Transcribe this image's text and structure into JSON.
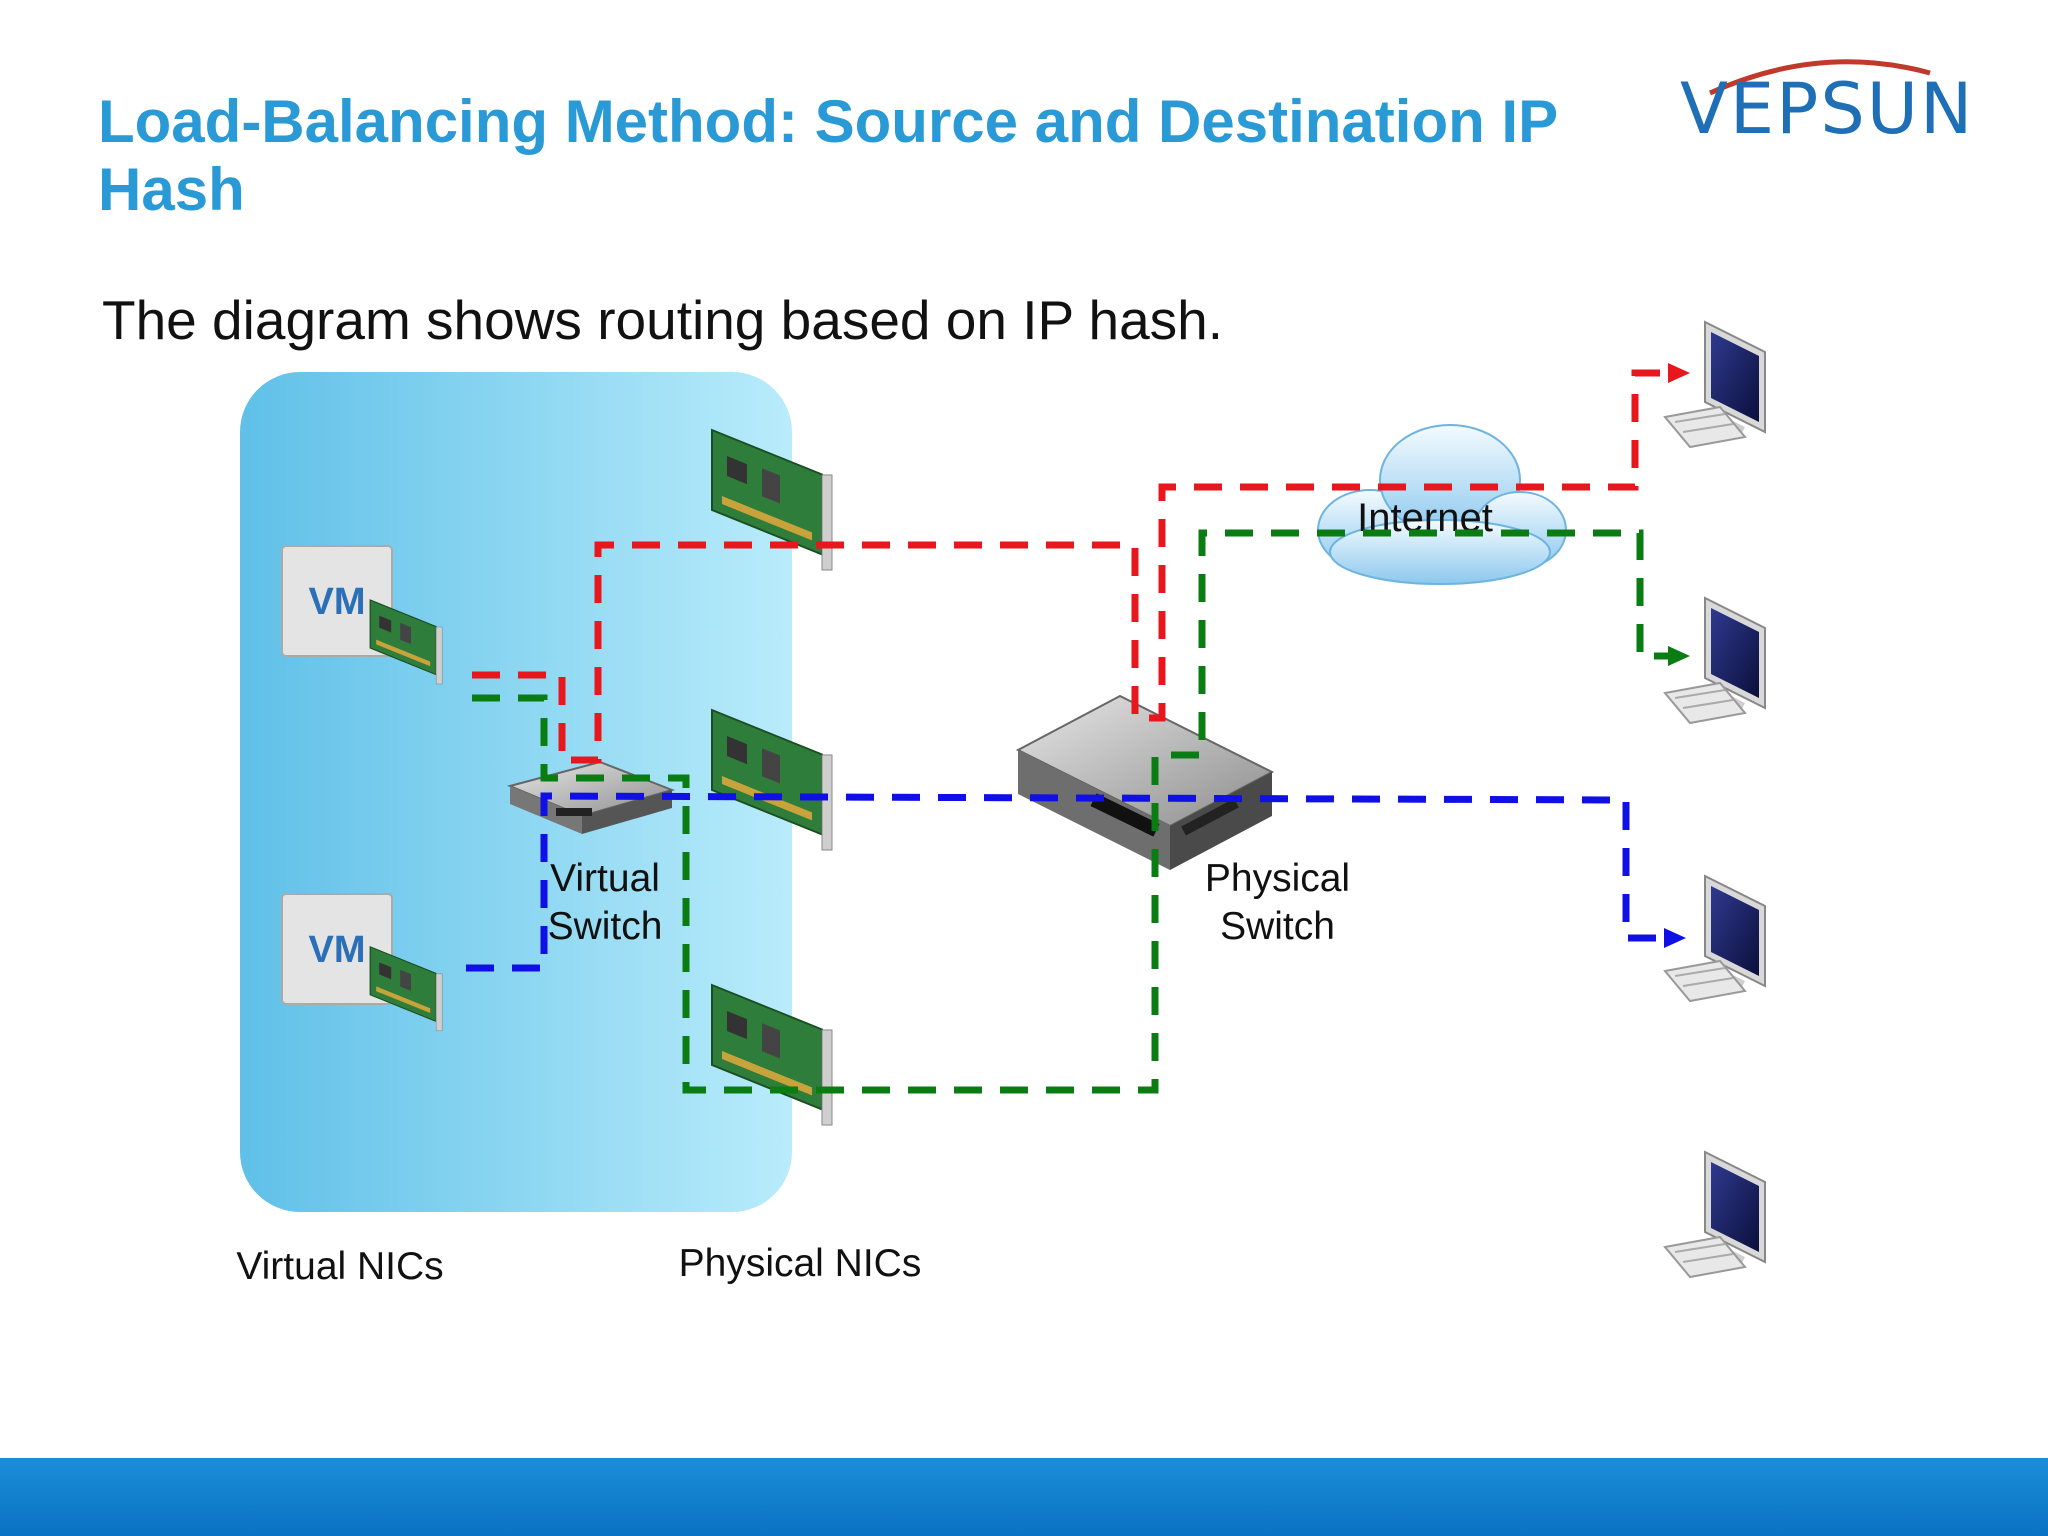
{
  "slide": {
    "title": "Load-Balancing Method: Source and Destination IP Hash",
    "subtitle": "The diagram shows routing based on IP hash."
  },
  "logo": {
    "text": "VEPSUN",
    "accent_color": "#c0392b",
    "text_color": "#1e6fb5"
  },
  "diagram": {
    "vm_labels": [
      "VM",
      "VM"
    ],
    "virtual_switch_label": [
      "Virtual",
      "Switch"
    ],
    "physical_switch_label": [
      "Physical",
      "Switch"
    ],
    "internet_label": "Internet",
    "virtual_nics_label": "Virtual NICs",
    "physical_nics_label": "Physical NICs",
    "path_colors": {
      "red": "#e8161d",
      "green": "#0a7d12",
      "blue": "#1010e6"
    },
    "host_color": "#7fd1f0",
    "footer_color": "#1b8ed8"
  }
}
